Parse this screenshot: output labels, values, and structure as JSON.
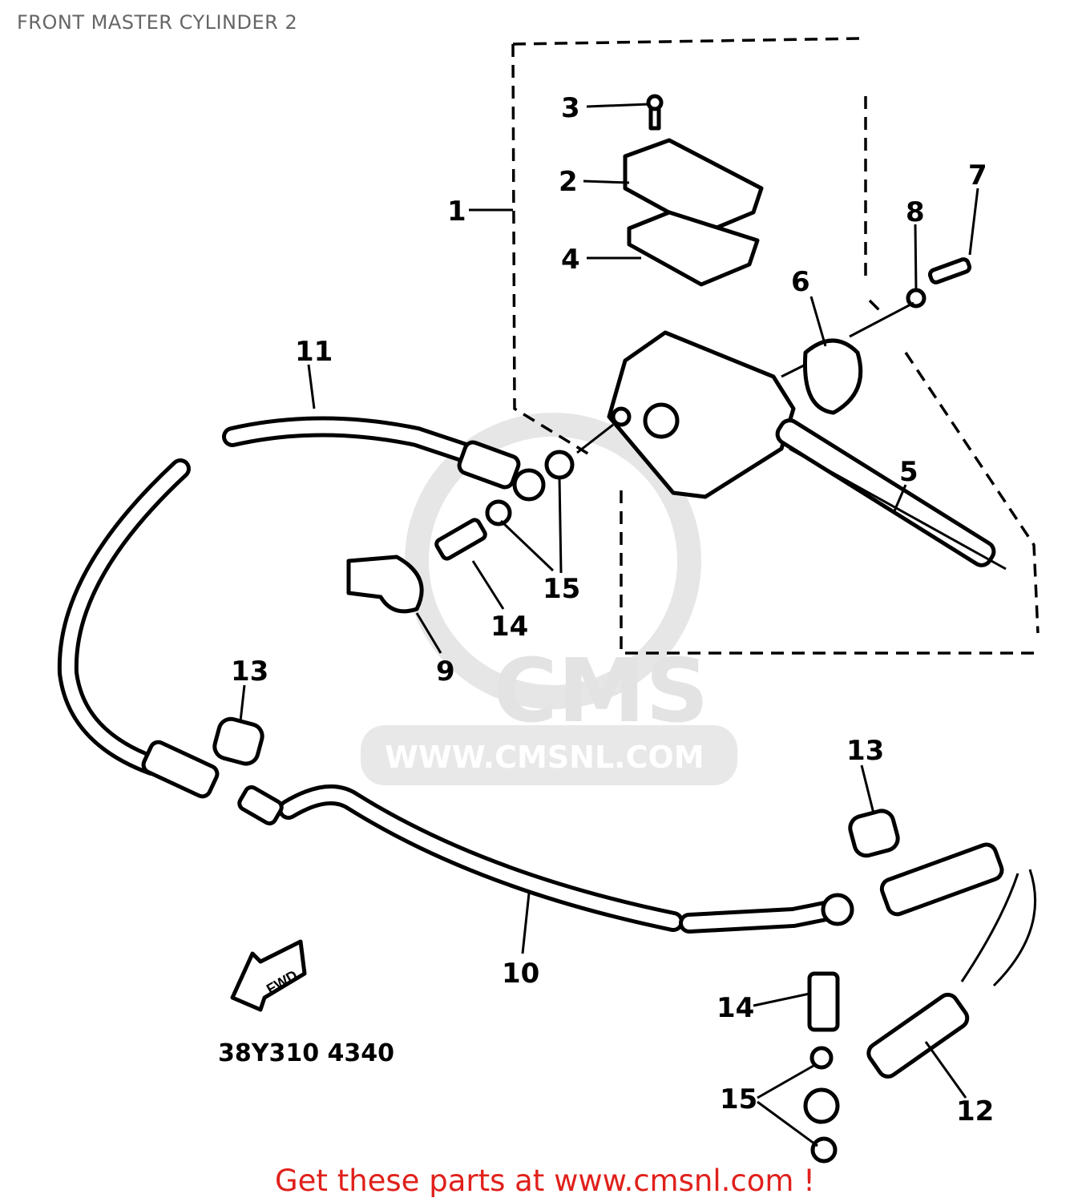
{
  "title": "FRONT MASTER CYLINDER 2",
  "diagram": {
    "callouts": [
      "1",
      "2",
      "3",
      "4",
      "5",
      "6",
      "7",
      "8",
      "9",
      "10",
      "11",
      "12",
      "13",
      "13",
      "14",
      "14",
      "15",
      "15"
    ],
    "part_code": "38Y310 4340",
    "direction_arrow": "FWD",
    "watermark": {
      "logo": "CMS",
      "url": "WWW.CMSNL.COM"
    }
  },
  "footer": {
    "link_text": "Get these parts at www.cmsnl.com !",
    "color": "#e0201b"
  }
}
